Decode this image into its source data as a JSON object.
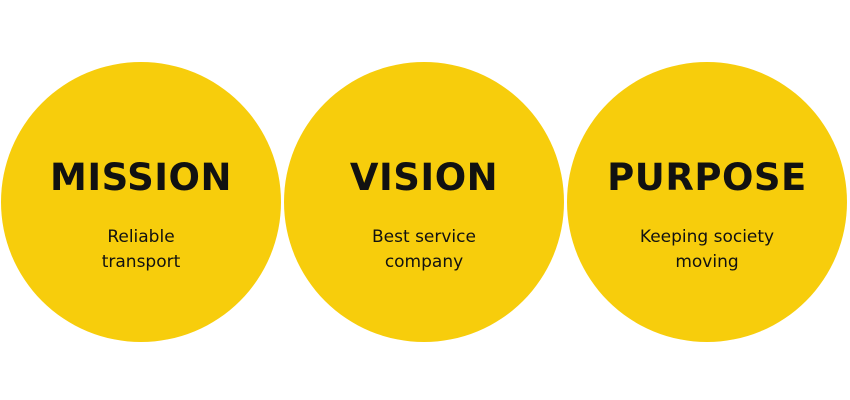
{
  "colors": {
    "circle_fill": "#F7CD0C",
    "text": "#111111",
    "background": "#FFFFFF"
  },
  "items": [
    {
      "title": "MISSION",
      "line1": "Reliable",
      "line2": "transport"
    },
    {
      "title": "VISION",
      "line1": "Best service",
      "line2": "company"
    },
    {
      "title": "PURPOSE",
      "line1": "Keeping society",
      "line2": "moving"
    }
  ]
}
